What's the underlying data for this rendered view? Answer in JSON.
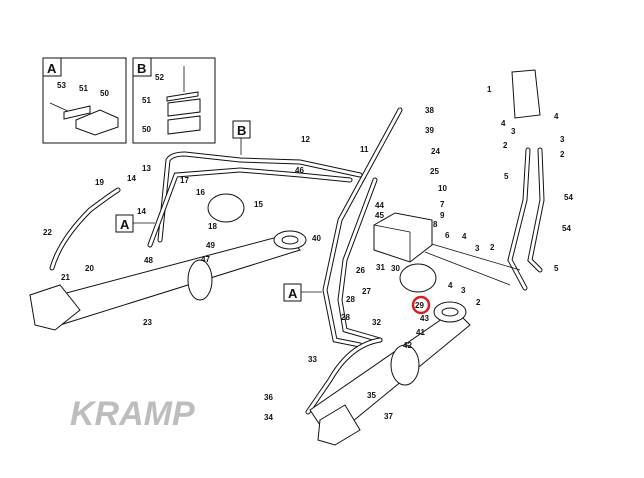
{
  "diagram": {
    "watermark": "KRAMP",
    "highlight_color": "#d42020",
    "highlighted_part": "29",
    "callouts": {
      "a": "A",
      "b": "B"
    },
    "detail_a": {
      "title": "A",
      "labels": [
        "53",
        "51",
        "50"
      ]
    },
    "detail_b": {
      "title": "B",
      "labels": [
        "52",
        "51",
        "50"
      ]
    },
    "labels": [
      "12",
      "46",
      "13",
      "14",
      "14",
      "19",
      "17",
      "16",
      "15",
      "18",
      "49",
      "48",
      "47",
      "22",
      "20",
      "21",
      "40",
      "38",
      "39",
      "11",
      "24",
      "25",
      "10",
      "44",
      "7",
      "45",
      "9",
      "8",
      "6",
      "1",
      "4",
      "3",
      "2",
      "4",
      "3",
      "2",
      "5",
      "54",
      "54",
      "5",
      "4",
      "3",
      "2",
      "4",
      "3",
      "2",
      "26",
      "31",
      "30",
      "27",
      "28",
      "28",
      "32",
      "43",
      "41",
      "42",
      "33",
      "35",
      "36",
      "34",
      "37",
      "23"
    ]
  }
}
